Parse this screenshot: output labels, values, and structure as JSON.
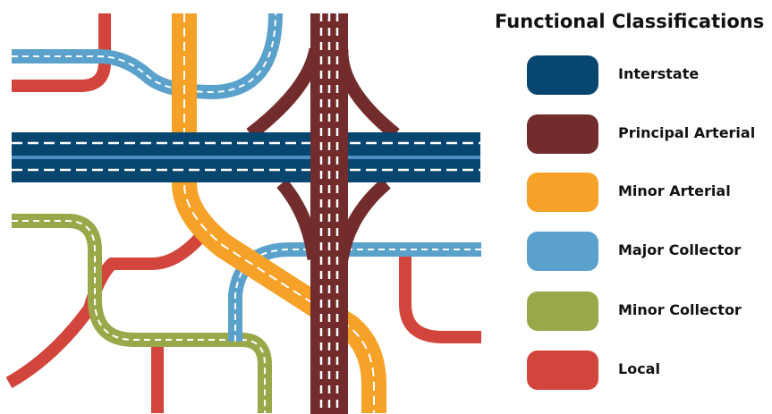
{
  "legend": {
    "title": "Functional Classifications",
    "items": [
      {
        "label": "Interstate",
        "color": "#07466f"
      },
      {
        "label": "Principal Arterial",
        "color": "#722c2c"
      },
      {
        "label": "Minor Arterial",
        "color": "#f6a229"
      },
      {
        "label": "Major Collector",
        "color": "#5aa1cc"
      },
      {
        "label": "Minor Collector",
        "color": "#9aa84a"
      },
      {
        "label": "Local",
        "color": "#d2453c"
      }
    ]
  },
  "colors": {
    "interstate_stripe": "#4d8ec0",
    "lane_marking": "#ffffff"
  }
}
